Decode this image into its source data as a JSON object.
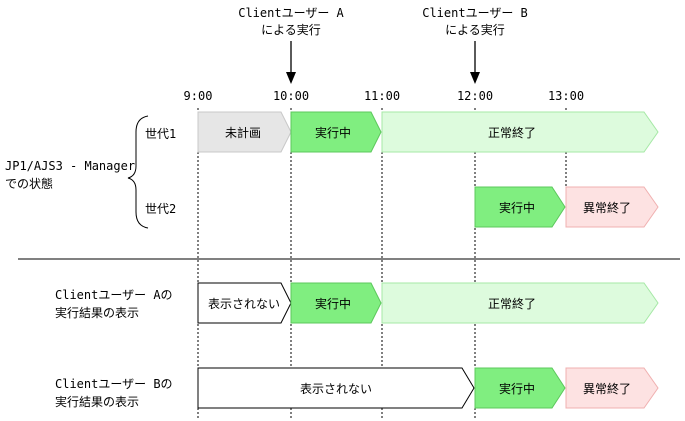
{
  "annotations": {
    "client_a_line1": "Clientユーザー A",
    "client_a_line2": "による実行",
    "client_b_line1": "Clientユーザー B",
    "client_b_line2": "による実行"
  },
  "times": [
    "9:00",
    "10:00",
    "11:00",
    "12:00",
    "13:00"
  ],
  "manager": {
    "label_line1": "JP1/AJS3 - Manager",
    "label_line2": "での状態",
    "gen1_label": "世代1",
    "gen2_label": "世代2",
    "gen1": {
      "unplanned": "未計画",
      "running": "実行中",
      "normal_end": "正常終了"
    },
    "gen2": {
      "running": "実行中",
      "abnormal_end": "異常終了"
    }
  },
  "client_a": {
    "label_line1": "Clientユーザー Aの",
    "label_line2": "実行結果の表示",
    "hidden": "表示されない",
    "running": "実行中",
    "normal_end": "正常終了"
  },
  "client_b": {
    "label_line1": "Clientユーザー Bの",
    "label_line2": "実行結果の表示",
    "hidden": "表示されない",
    "running": "実行中",
    "abnormal_end": "異常終了"
  },
  "colors": {
    "unplanned_fill": "#e6e6e6",
    "running_fill": "#80ee80",
    "normal_end_fill": "#ddfbdd",
    "normal_end_stroke": "#a6e8a6",
    "abnormal_end_fill": "#fde2e2",
    "abnormal_end_stroke": "#f0b0b0",
    "hidden_fill": "#ffffff"
  }
}
